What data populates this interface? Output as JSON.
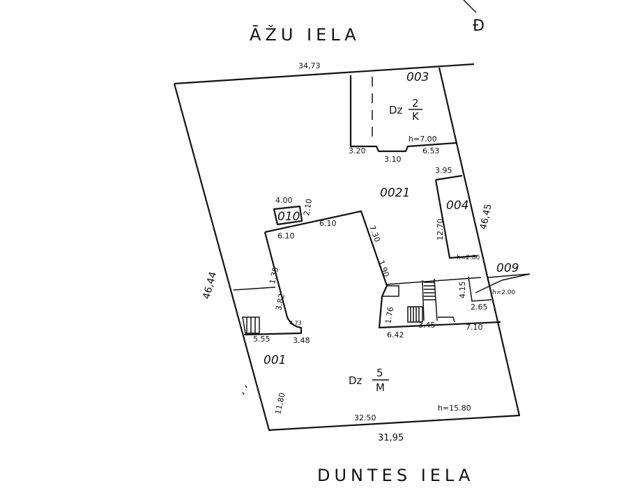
{
  "streets": {
    "top": "ĀŽU IELA",
    "bottom": "DUNTES IELA"
  },
  "north_mark": "Ð",
  "lots": {
    "l003": "003",
    "l0021": "0021",
    "l004": "004",
    "l009": "009",
    "l010": "010",
    "l001": "001"
  },
  "buildings": {
    "b003": {
      "prefix": "Dz",
      "num": "2",
      "den": "K"
    },
    "b001": {
      "prefix": "Dz",
      "num": "5",
      "den": "M"
    }
  },
  "dimensions": {
    "top": "34,73",
    "left": "46,44",
    "right": "46,45",
    "bottom": "31,95",
    "bottom_inner": "32.50",
    "h_bottom": "h=15.80",
    "left_lower": "11,80",
    "d320": "3.20",
    "d310": "3.10",
    "d653": "6.53",
    "h100": "h=7.00",
    "d395": "3.95",
    "d1270": "12.70",
    "h280": "h=2.80",
    "d400": "4.00",
    "d210": "2.10",
    "d610a": "6.10",
    "d610b": "6.10",
    "d730": "7.30",
    "d190": "1.90",
    "d135": "1.35",
    "d382": "3.82",
    "d473": "4.73",
    "d555": "5.55",
    "d348": "3.48",
    "d176": "1.76",
    "d642": "6.42",
    "d345": "3.45",
    "d710": "7.10",
    "d415": "4.15",
    "h200": "h=2.00",
    "d265": "2.65"
  }
}
